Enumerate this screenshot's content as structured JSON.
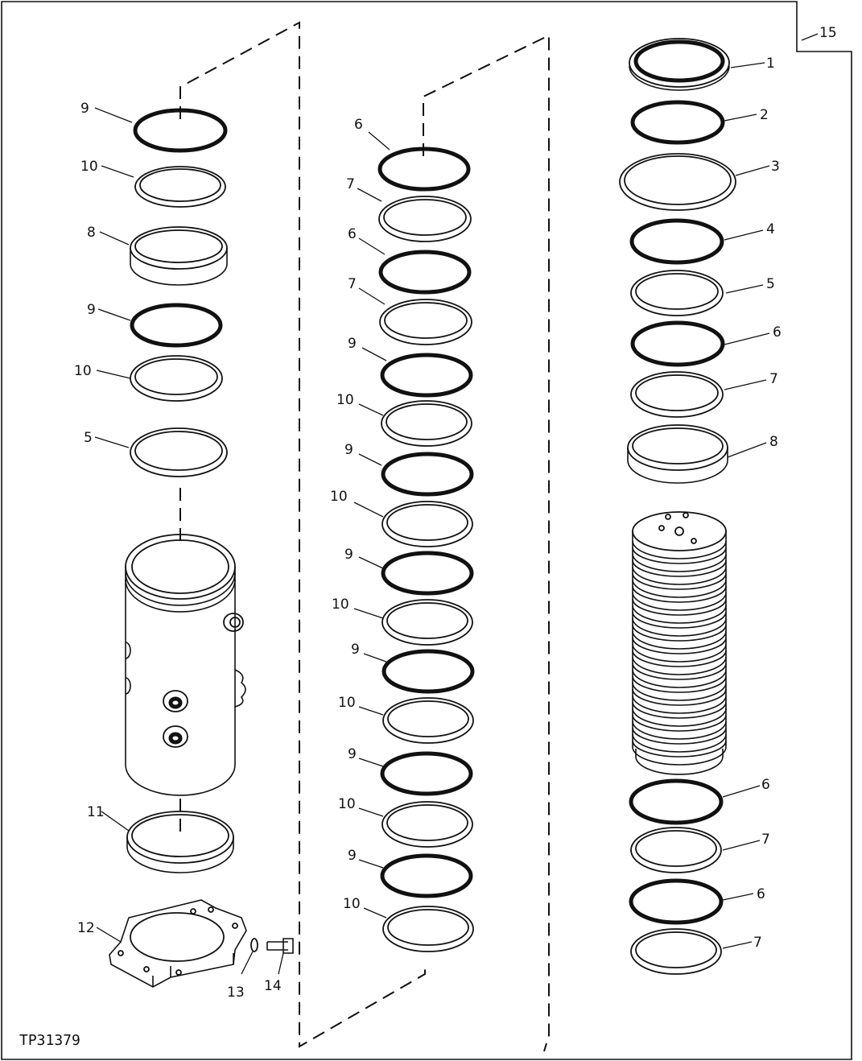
{
  "figure_id": "TP31379",
  "left_column": {
    "labels": [
      "9",
      "10",
      "8",
      "9",
      "10",
      "5",
      "11",
      "12",
      "13",
      "14"
    ]
  },
  "middle_column": {
    "labels": [
      "6",
      "7",
      "6",
      "7",
      "9",
      "10",
      "9",
      "10",
      "9",
      "10",
      "9",
      "10",
      "9",
      "10",
      "9",
      "10"
    ]
  },
  "right_column": {
    "labels": [
      "15",
      "1",
      "2",
      "3",
      "4",
      "5",
      "6",
      "7",
      "8",
      "6",
      "7",
      "6",
      "7"
    ]
  }
}
